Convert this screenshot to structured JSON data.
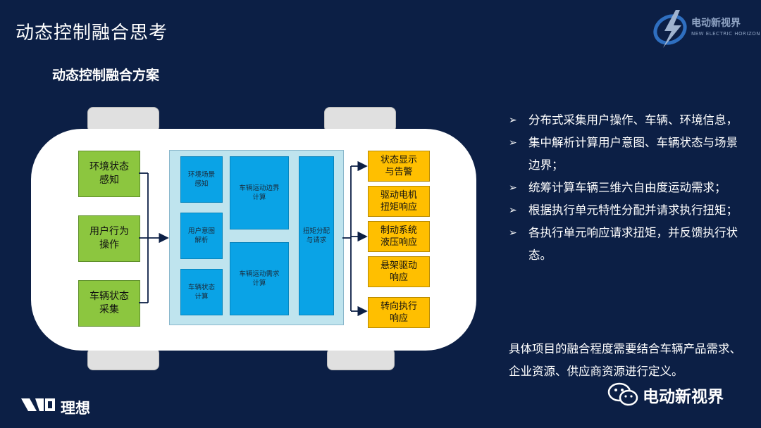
{
  "page": {
    "title": "动态控制融合思考",
    "subtitle": "动态控制融合方案"
  },
  "brand": {
    "name_cn": "电动新视界",
    "name_en": "NEW ELECTRIC HORIZON"
  },
  "diagram": {
    "inputs": [
      "环境状态\n感知",
      "用户行为\n操作",
      "车辆状态\n采集"
    ],
    "center_left": [
      "环境场景\n感知",
      "用户意图\n解析",
      "车辆状态\n计算"
    ],
    "center_mid": [
      "车辆运动边界\n计算",
      "车辆运动需求\n计算"
    ],
    "center_right": "扭矩分配\n与请求",
    "outputs": [
      "状态显示\n与告警",
      "驱动电机\n扭矩响应",
      "制动系统\n液压响应",
      "悬架驱动\n响应",
      "转向执行\n响应"
    ],
    "colors": {
      "input": "#8cc63f",
      "center": "#0aa3e6",
      "output": "#ffbf00",
      "panel": "#bfe4ee",
      "arrow": "#0c1f45"
    }
  },
  "bullets": [
    "分布式采集用户操作、车辆、环境信息，",
    "集中解析计算用户意图、车辆状态与场景边界；",
    "统筹计算车辆三维六自由度运动需求；",
    "根据执行单元特性分配并请求执行扭矩；",
    "各执行单元响应请求扭矩，并反馈执行状态。"
  ],
  "bullet_marker": "➢",
  "note": "具体项目的融合程度需要结合车辆产品需求、企业资源、供应商资源进行定义。",
  "footer": {
    "wechat_label": "电动新视界",
    "logo_text": "理想"
  },
  "icons": {
    "brand": "lightning-globe-icon",
    "wechat": "wechat-icon",
    "logo": "li-auto-logo-icon"
  }
}
